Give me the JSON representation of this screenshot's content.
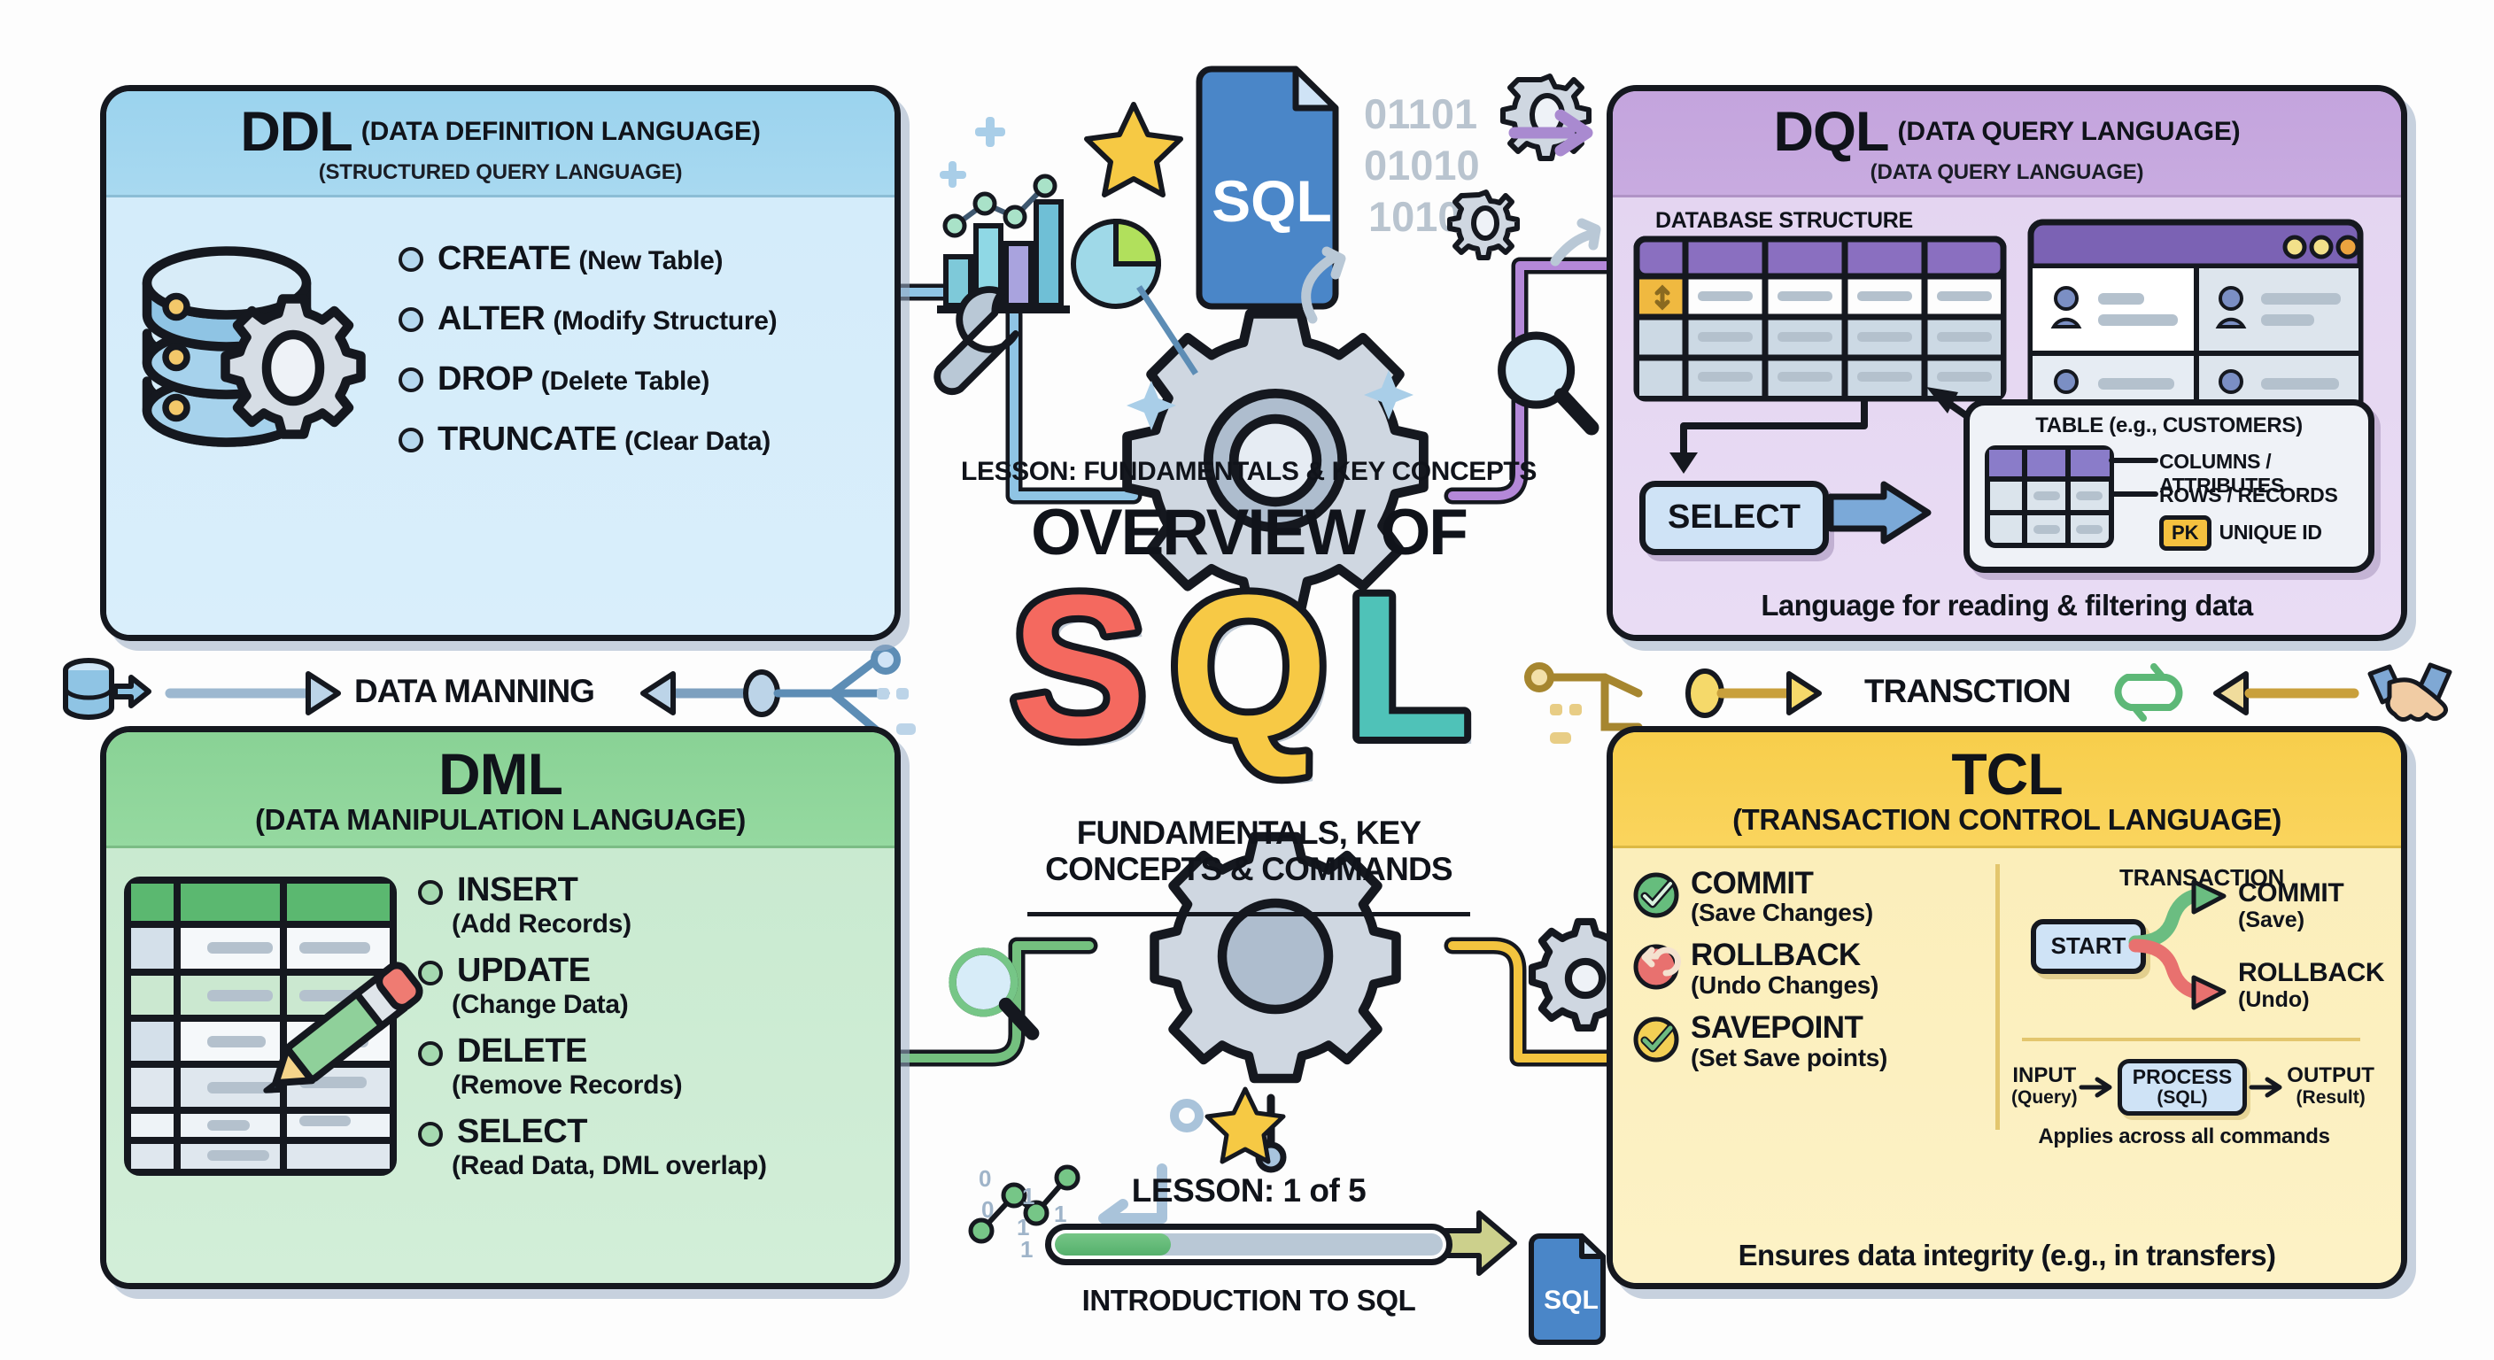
{
  "center": {
    "kicker": "LESSON: FUNDAMENTALS & KEY CONCEPTS",
    "overview_label": "OVERVIEW OF",
    "word": "SQL",
    "word_letters": [
      "S",
      "Q",
      "L"
    ],
    "word_colors": [
      "#f4695f",
      "#f7c945",
      "#4fc2b8"
    ],
    "tagline_line1": "FUNDAMENTALS, KEY",
    "tagline_line2": "CONCEPTS & COMMANDS",
    "lesson_count": "LESSON: 1 of 5",
    "progress_caption": "INTRODUCTION TO SQL",
    "progress_percent": 30,
    "sql_file_icon_label": "SQL",
    "binary_lines": [
      "01101",
      "01010",
      "1010"
    ]
  },
  "connectors": {
    "left_label": "DATA MANNING",
    "right_label": "TRANSCTION"
  },
  "panels": {
    "ddl": {
      "abbr": "DDL",
      "full": "(DATA DEFINITION LANGUAGE)",
      "sub": "(STRUCTURED QUERY LANGUAGE)",
      "accent": "#9bd3ee",
      "body_bg": "#d7edfa",
      "commands": [
        {
          "keyword": "CREATE",
          "desc": "(New Table)"
        },
        {
          "keyword": "ALTER",
          "desc": "(Modify Structure)"
        },
        {
          "keyword": "DROP",
          "desc": "(Delete Table)"
        },
        {
          "keyword": "TRUNCATE",
          "desc": "(Clear Data)"
        }
      ]
    },
    "dql": {
      "abbr": "DQL",
      "full": "(DATA QUERY LANGUAGE)",
      "sub": "(DATA QUERY LANGUAGE)",
      "accent": "#c4a4dd",
      "body_bg": "#e6d8f2",
      "structure_title": "DATABASE STRUCTURE",
      "select_button": "SELECT",
      "table_card_title": "TABLE (e.g., CUSTOMERS)",
      "table_annotations": [
        "COLUMNS / ATTRIBUTES",
        "ROWS / RECORDS"
      ],
      "pk_badge": "PK",
      "pk_label": "UNIQUE ID",
      "footer": "Language for reading & filtering data"
    },
    "dml": {
      "abbr": "DML",
      "full": "(DATA MANIPULATION LANGUAGE)",
      "accent": "#89d295",
      "body_bg": "#cdecd2",
      "commands": [
        {
          "keyword": "INSERT",
          "desc": "(Add Records)"
        },
        {
          "keyword": "UPDATE",
          "desc": "(Change Data)"
        },
        {
          "keyword": "DELETE",
          "desc": "(Remove Records)"
        },
        {
          "keyword": "SELECT",
          "desc": "(Read Data, DML overlap)"
        }
      ]
    },
    "tcl": {
      "abbr": "TCL",
      "full": "(TRANSACTION CONTROL LANGUAGE)",
      "accent": "#f7ce4b",
      "body_bg": "#fbedb9",
      "commands": [
        {
          "keyword": "COMMIT",
          "desc": "(Save Changes)",
          "icon": "check-circle-green-icon"
        },
        {
          "keyword": "ROLLBACK",
          "desc": "(Undo Changes)",
          "icon": "undo-circle-red-icon"
        },
        {
          "keyword": "SAVEPOINT",
          "desc": "(Set Save points)",
          "icon": "check-circle-yellow-icon"
        }
      ],
      "flow_title": "TRANSACTION",
      "flow_start": "START",
      "flow_commit": "COMMIT",
      "flow_commit_sub": "(Save)",
      "flow_rollback": "ROLLBACK",
      "flow_rollback_sub": "(Undo)",
      "pipeline_input": "INPUT",
      "pipeline_input_sub": "(Query)",
      "pipeline_process": "PROCESS",
      "pipeline_process_sub": "(SQL)",
      "pipeline_output": "OUTPUT",
      "pipeline_output_sub": "(Result)",
      "pipeline_note": "Applies across all commands",
      "footer": "Ensures data integrity (e.g., in transfers)"
    }
  }
}
